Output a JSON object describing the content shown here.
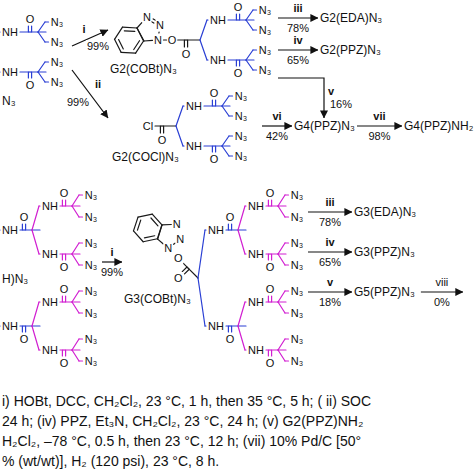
{
  "diagram": {
    "nodes": [
      {
        "text": [
          "N₃"
        ]
      },
      {
        "text": [
          "G2(COBt)N₃"
        ]
      },
      {
        "text": [
          "G2(COCl)N₃"
        ]
      },
      {
        "text": [
          "G2(EDA)N₃"
        ]
      },
      {
        "text": [
          "G2(PPZ)N₃"
        ]
      },
      {
        "text": [
          "G4(PPZ)N₃"
        ]
      },
      {
        "text": [
          "G4(PPZ)NH₂"
        ]
      },
      {
        "text": [
          "H)N₃"
        ]
      },
      {
        "text": [
          "G3(COBt)N₃"
        ]
      },
      {
        "text": [
          "G3(EDA)N₃"
        ]
      },
      {
        "text": [
          "G3(PPZ)N₃"
        ]
      },
      {
        "text": [
          "G5(PPZ)N₃"
        ]
      }
    ],
    "edges": [
      {
        "from": 0,
        "to": 1,
        "arrow": "to",
        "label": "i"
      },
      {
        "from": 0,
        "to": 2,
        "arrow": "to",
        "label": "ii"
      },
      {
        "from": 1,
        "to": 3,
        "arrow": "to",
        "label": "iii"
      },
      {
        "from": 1,
        "to": 4,
        "arrow": "to",
        "label": "iv"
      },
      {
        "from": 1,
        "to": 5,
        "arrow": "to",
        "label": "v"
      },
      {
        "from": 2,
        "to": 5,
        "arrow": "to",
        "label": "vi"
      },
      {
        "from": 5,
        "to": 6,
        "arrow": "to",
        "label": "vii"
      },
      {
        "from": 7,
        "to": 8,
        "arrow": "to",
        "label": "i"
      },
      {
        "from": 8,
        "to": 9,
        "arrow": "to",
        "label": "iii"
      },
      {
        "from": 8,
        "to": 10,
        "arrow": "to",
        "label": "iv"
      },
      {
        "from": 8,
        "to": 11,
        "arrow": "to",
        "label": "v"
      }
    ],
    "labels": [
      "99%",
      "99%",
      "78%",
      "65%",
      "16%",
      "42%",
      "98%",
      "99%",
      "78%",
      "65%",
      "18%",
      "viii",
      "0%",
      "i) HOBt, DCC, CH₂Cl₂, 23 °C, 1 h, then 35 °C, 5 h; ( ii) SOC",
      "24 h; (iv) PPZ, Et₃N, CH₂Cl₂, 23 °C, 24 h; (v) G2(PPZ)NH₂",
      "H₂Cl₂, –78 °C, 0.5 h, then 23 °C, 12 h; (vii) 10% Pd/C [50°",
      "% (wt/wt)], H₂ (120 psi), 23 °C, 8 h.",
      "NH",
      "O",
      "N₃",
      "N₃",
      "NH",
      "O",
      "N₃",
      "N₃",
      "O",
      "O",
      "N",
      "N",
      "N",
      "NH",
      "O",
      "N₃",
      "N₃",
      "NH",
      "O",
      "N₃",
      "N₃",
      "O",
      "Cl",
      "NH",
      "O",
      "N₃",
      "N₃",
      "NH",
      "O",
      "N₃",
      "N₃",
      "NH",
      "O",
      "NH",
      "O",
      "N₃",
      "N₃",
      "NH",
      "O",
      "N₃",
      "N₃",
      "NH",
      "O",
      "NH",
      "O",
      "N₃",
      "N₃",
      "NH",
      "O",
      "N₃",
      "N₃",
      "O",
      "O",
      "N",
      "N",
      "N",
      "NH",
      "O",
      "NH",
      "O",
      "N₃",
      "N₃",
      "NH",
      "O",
      "N₃",
      "N₃",
      "NH",
      "O",
      "NH",
      "O",
      "N₃",
      "N₃",
      "NH",
      "O",
      "N₃",
      "N₃"
    ]
  }
}
